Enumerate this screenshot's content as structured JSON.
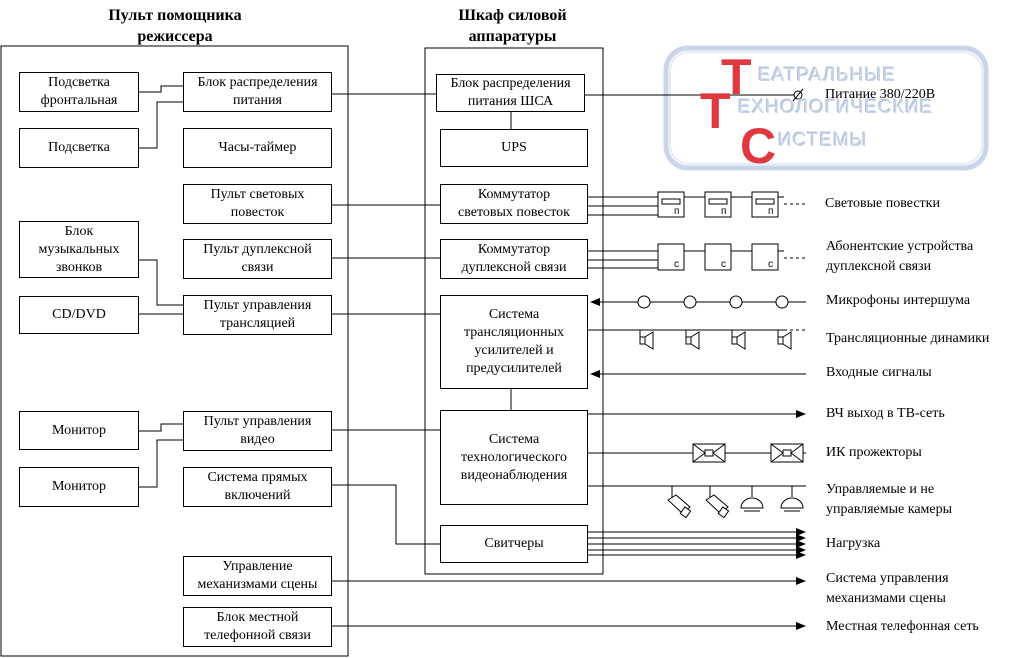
{
  "headers": {
    "left": "Пульт помощника\nрежиссера",
    "middle": "Шкаф силовой\nаппаратуры"
  },
  "boxes": {
    "podsvetka_front": "Подсветка\nфронтальная",
    "podsvetka": "Подсветка",
    "blok_muz": "Блок\nмузыкальных\nзвонков",
    "cd_dvd": "CD/DVD",
    "monitor1": "Монитор",
    "monitor2": "Монитор",
    "blok_raspr": "Блок распределения\nпитания",
    "chasy": "Часы-таймер",
    "pult_svet": "Пульт световых\nповесток",
    "pult_duplex": "Пульт дуплексной\nсвязи",
    "pult_transl": "Пульт управления\nтрансляцией",
    "pult_video": "Пульт управления\nвидео",
    "sistema_pryam": "Система прямых\nвключений",
    "upr_mech": "Управление\nмеханизмами сцены",
    "blok_tel": "Блок местной\nтелефонной связи",
    "blok_raspr_shsa": "Блок распределения\nпитания ШСА",
    "ups": "UPS",
    "komm_svet": "Коммутатор\nсветовых повесток",
    "komm_duplex": "Коммутатор\nдуплексной связи",
    "sistema_usil": "Система\nтрансляционных\nусилителей и\nпредусилителей",
    "sistema_video": "Система\nтехнологического\nвидеонаблюдения",
    "svitchery": "Свитчеры"
  },
  "device_glyphs": {
    "light": "п",
    "duplex": "с"
  },
  "right_labels": {
    "pitanie": "Питание 380/220В",
    "svet": "Световые повестки",
    "abonent": "Абонентские устройства\nдуплексной связи",
    "mikrofony": "Микрофоны интершума",
    "dinamiki": "Трансляционные динамики",
    "vhod": "Входные сигналы",
    "vch": "ВЧ выход в ТВ-сеть",
    "ik": "ИК прожекторы",
    "kamery": "Управляемые и не\nуправляемые камеры",
    "nagruzka": "Нагрузка",
    "sist_mech": "Система управления\nмеханизмами сцены",
    "tel_set": "Местная телефонная сеть"
  },
  "watermark": {
    "line1": "ЕАТРАЛЬНЫЕ",
    "line2": "ЕХНОЛОГИЧЕСКИЕ",
    "line3": "ИСТЕМЫ",
    "letter_t1": "Т",
    "letter_t2": "Т",
    "letter_s": "С",
    "color_red": "#e0383f",
    "color_frame": "#c9d6ea"
  },
  "colors": {
    "line": "#000000",
    "background": "#ffffff"
  }
}
